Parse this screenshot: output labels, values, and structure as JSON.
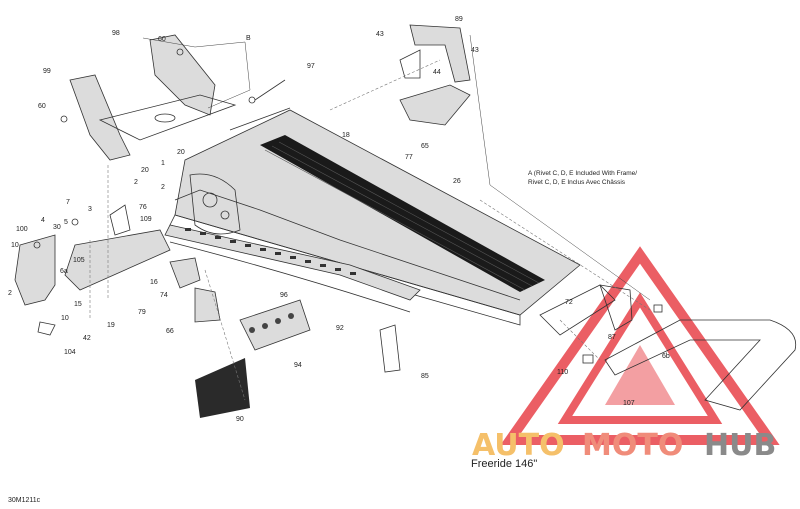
{
  "diagram": {
    "model": "Freeride 146\"",
    "code": "30M1211c",
    "note_line1": "A (Rivet C, D, E Included With Frame/",
    "note_line2": "Rivet C, D, E Inclus Avec Châssis",
    "watermark": {
      "part1": "AUTO",
      "part2": "MOTO",
      "part3": "HUB",
      "color1": "#f5c06a",
      "color2": "#f08c7a",
      "color3": "#8a8a8a",
      "triangle_color": "#e8434a"
    },
    "labels": [
      {
        "id": "l89",
        "text": "89"
      },
      {
        "id": "l43a",
        "text": "43"
      },
      {
        "id": "l43b",
        "text": "43"
      },
      {
        "id": "l44",
        "text": "44"
      },
      {
        "id": "l98",
        "text": "98"
      },
      {
        "id": "l60a",
        "text": "60"
      },
      {
        "id": "lB",
        "text": "B"
      },
      {
        "id": "l97",
        "text": "97"
      },
      {
        "id": "l99",
        "text": "99"
      },
      {
        "id": "l60b",
        "text": "60"
      },
      {
        "id": "l65",
        "text": "65"
      },
      {
        "id": "l18",
        "text": "18"
      },
      {
        "id": "l77",
        "text": "77"
      },
      {
        "id": "l20a",
        "text": "20"
      },
      {
        "id": "l20b",
        "text": "20"
      },
      {
        "id": "l1",
        "text": "1"
      },
      {
        "id": "l2a",
        "text": "2"
      },
      {
        "id": "l2b",
        "text": "2"
      },
      {
        "id": "l26",
        "text": "26"
      },
      {
        "id": "l7",
        "text": "7"
      },
      {
        "id": "l3",
        "text": "3"
      },
      {
        "id": "l76",
        "text": "76"
      },
      {
        "id": "l109",
        "text": "109"
      },
      {
        "id": "l4",
        "text": "4"
      },
      {
        "id": "l5",
        "text": "5"
      },
      {
        "id": "l30",
        "text": "30"
      },
      {
        "id": "l100",
        "text": "100"
      },
      {
        "id": "l105",
        "text": "105"
      },
      {
        "id": "l10a",
        "text": "10"
      },
      {
        "id": "l6a",
        "text": "6a"
      },
      {
        "id": "l2c",
        "text": "2"
      },
      {
        "id": "l16",
        "text": "16"
      },
      {
        "id": "l74",
        "text": "74"
      },
      {
        "id": "l15",
        "text": "15"
      },
      {
        "id": "l10b",
        "text": "10"
      },
      {
        "id": "l19",
        "text": "19"
      },
      {
        "id": "l79",
        "text": "79"
      },
      {
        "id": "l96",
        "text": "96"
      },
      {
        "id": "l72",
        "text": "72"
      },
      {
        "id": "l66",
        "text": "66"
      },
      {
        "id": "l92",
        "text": "92"
      },
      {
        "id": "l42",
        "text": "42"
      },
      {
        "id": "l104",
        "text": "104"
      },
      {
        "id": "l94",
        "text": "94"
      },
      {
        "id": "l87",
        "text": "87"
      },
      {
        "id": "l85",
        "text": "85"
      },
      {
        "id": "l110",
        "text": "110"
      },
      {
        "id": "l6b",
        "text": "6b"
      },
      {
        "id": "l107",
        "text": "107"
      },
      {
        "id": "l90",
        "text": "90"
      }
    ]
  }
}
